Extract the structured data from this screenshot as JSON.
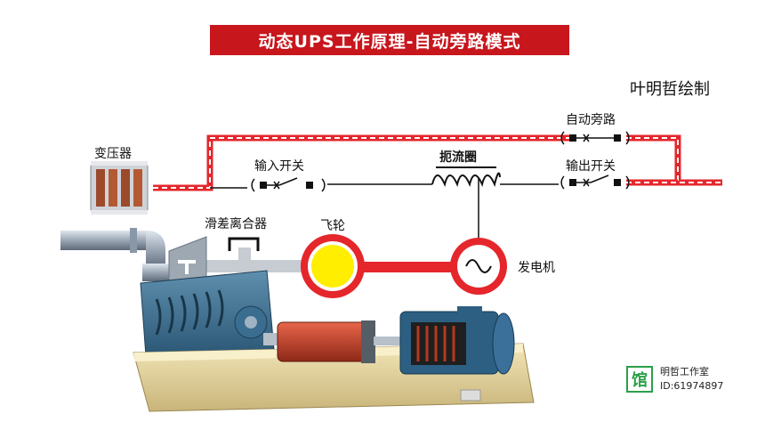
{
  "title": "动态UPS工作原理-自动旁路模式",
  "author": "叶明哲绘制",
  "labels": {
    "transformer": "变压器",
    "input_switch": "输入开关",
    "choke": "扼流圈",
    "output_switch": "输出开关",
    "auto_bypass": "自动旁路",
    "slip_clutch": "滑差离合器",
    "flywheel": "飞轮",
    "generator": "发电机"
  },
  "studio": {
    "badge": "馆",
    "name": "明哲工作室",
    "id": "ID:61974897"
  },
  "colors": {
    "title_bg": "#c8161d",
    "bypass_line": "#e5262b",
    "flywheel_fill": "#ffee00",
    "badge_green": "#2aa049"
  }
}
